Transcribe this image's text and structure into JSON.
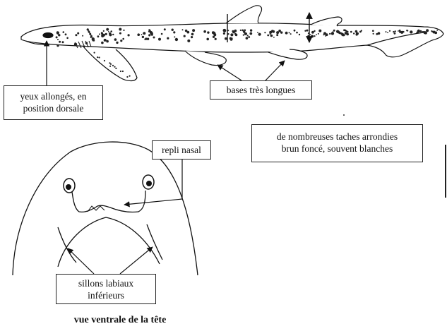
{
  "labels": {
    "eyes_line1": "yeux allongés, en",
    "eyes_line2": "position dorsale",
    "bases": "bases très longues",
    "spots_line1": "de nombreuses taches arrondies",
    "spots_line2": "brun foncé, souvent blanches",
    "nasal": "repli nasal",
    "grooves_line1": "sillons labiaux",
    "grooves_line2": "inférieurs"
  },
  "caption": "vue ventrale de la tête",
  "colors": {
    "ink": "#111111",
    "background": "#ffffff"
  }
}
